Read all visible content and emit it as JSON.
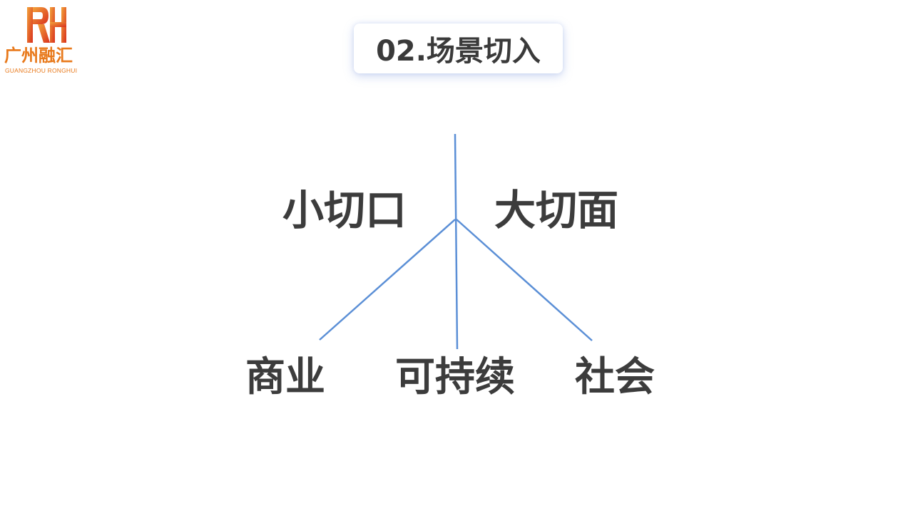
{
  "logo": {
    "mark": "RH",
    "name_cn": "广州融汇",
    "name_en": "GUANGZHOU RONGHUI"
  },
  "title": "02.场景切入",
  "diagram": {
    "top_left": "小切口",
    "top_right": "大切面",
    "bottom": [
      "商业",
      "可持续",
      "社会"
    ]
  },
  "colors": {
    "line": "#5b8fd6",
    "text": "#3c3c3c",
    "logo_orange": "#e8791b",
    "logo_red": "#d9301d"
  }
}
